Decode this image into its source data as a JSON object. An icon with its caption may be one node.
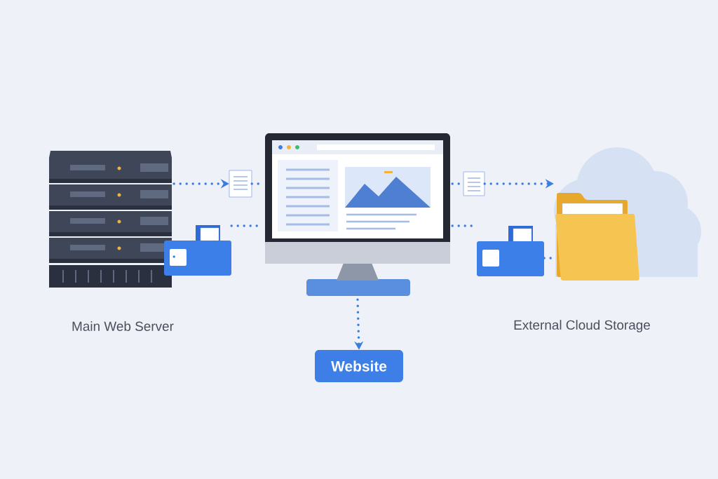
{
  "diagram": {
    "nodes": [
      {
        "text": [
          "Main Web Server"
        ]
      },
      {
        "text": [],
        "shape": "picture"
      },
      {
        "text": [],
        "shape": "picture"
      },
      {
        "text": [],
        "shape": "picture"
      },
      {
        "text": [],
        "shape": "picture"
      },
      {
        "text": [],
        "shape": "picture"
      },
      {
        "text": [
          "External Cloud Storage"
        ]
      },
      {
        "text": [
          "Website"
        ]
      }
    ],
    "edges": [
      {
        "from": 0,
        "to": 1,
        "arrow": "to"
      },
      {
        "from": 1,
        "to": 3,
        "arrow": "none"
      },
      {
        "from": 2,
        "to": 3,
        "arrow": "none"
      },
      {
        "from": 0,
        "to": 2,
        "arrow": "none"
      },
      {
        "from": 3,
        "to": 4,
        "arrow": "none"
      },
      {
        "from": 4,
        "to": 6,
        "arrow": "to"
      },
      {
        "from": 3,
        "to": 5,
        "arrow": "none"
      },
      {
        "from": 5,
        "to": 6,
        "arrow": "none"
      },
      {
        "from": 3,
        "to": 7,
        "arrow": "to"
      }
    ]
  }
}
